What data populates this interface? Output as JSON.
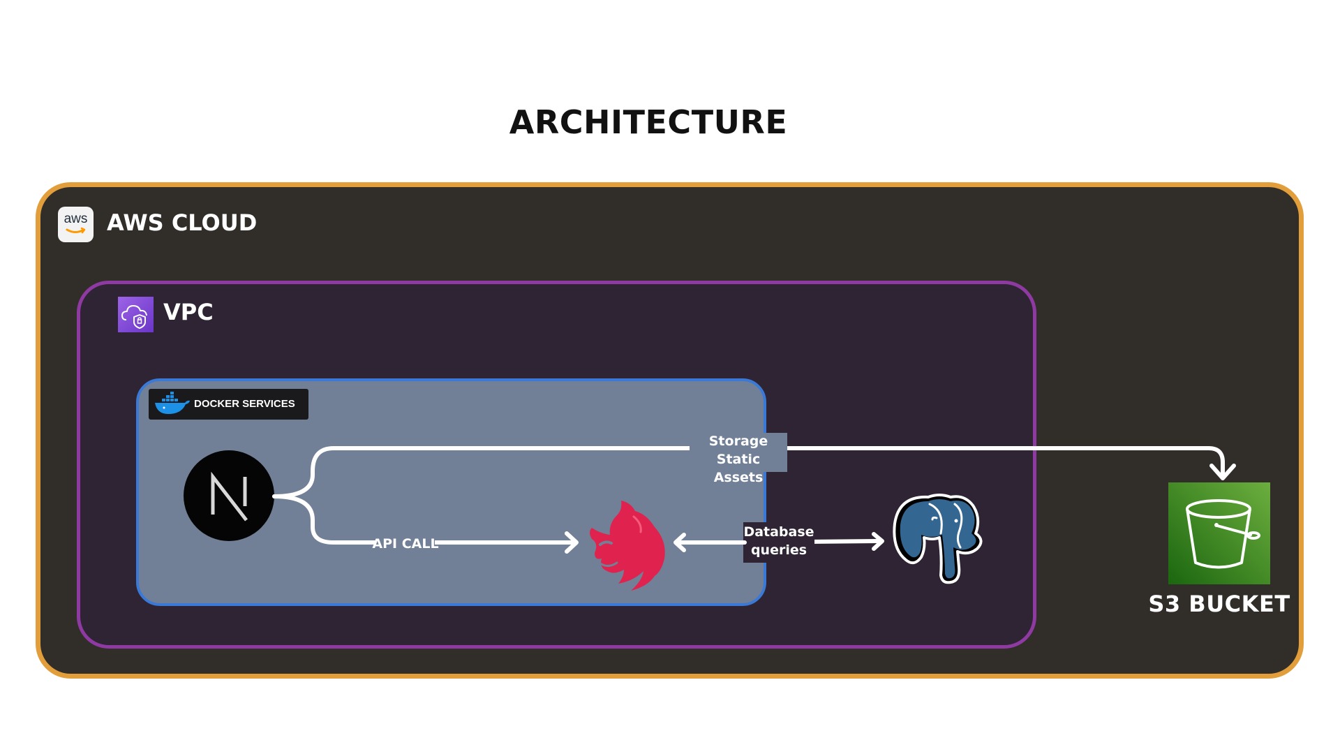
{
  "title": "ARCHITECTURE",
  "aws_cloud": {
    "label": "AWS CLOUD",
    "logo_text": "aws",
    "border_color": "#e19e3b",
    "background_color": "#312e29"
  },
  "vpc": {
    "label": "VPC",
    "icon": "vpc-cloud-shield-icon",
    "border_color": "#8e3aa2",
    "background_color": "#2e2433"
  },
  "docker_services": {
    "label": "DOCKER SERVICES",
    "icon": "docker-whale-icon",
    "border_color": "#3a79d6",
    "background_color": "#718096"
  },
  "nodes": {
    "nextjs": {
      "icon": "nextjs-logo-icon"
    },
    "nestjs": {
      "icon": "nestjs-logo-icon",
      "color": "#e0234e"
    },
    "postgresql": {
      "icon": "postgresql-elephant-icon",
      "color": "#336791"
    },
    "s3_bucket": {
      "label": "S3 BUCKET",
      "icon": "s3-bucket-icon",
      "color": "#3f8624"
    }
  },
  "edges": {
    "storage": "Storage Static\nAssets",
    "api_call": "API CALL",
    "database": "Database\nqueries"
  }
}
